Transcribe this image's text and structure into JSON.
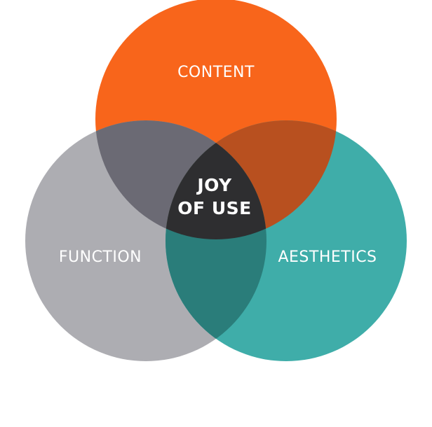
{
  "circles": {
    "content": {
      "label": "CONTENT",
      "color": "#f8651b"
    },
    "function": {
      "label": "FUNCTION",
      "color": "#adadb2"
    },
    "aesthetics": {
      "label": "AESTHETICS",
      "color": "#3fada9"
    }
  },
  "overlaps": {
    "content_function": "#6b6a74",
    "content_aesthetics": "#b8501f",
    "function_aesthetics": "#2a7d7a"
  },
  "center": {
    "line1": "JOY",
    "line2": "OF USE",
    "color": "#2e2e30"
  }
}
